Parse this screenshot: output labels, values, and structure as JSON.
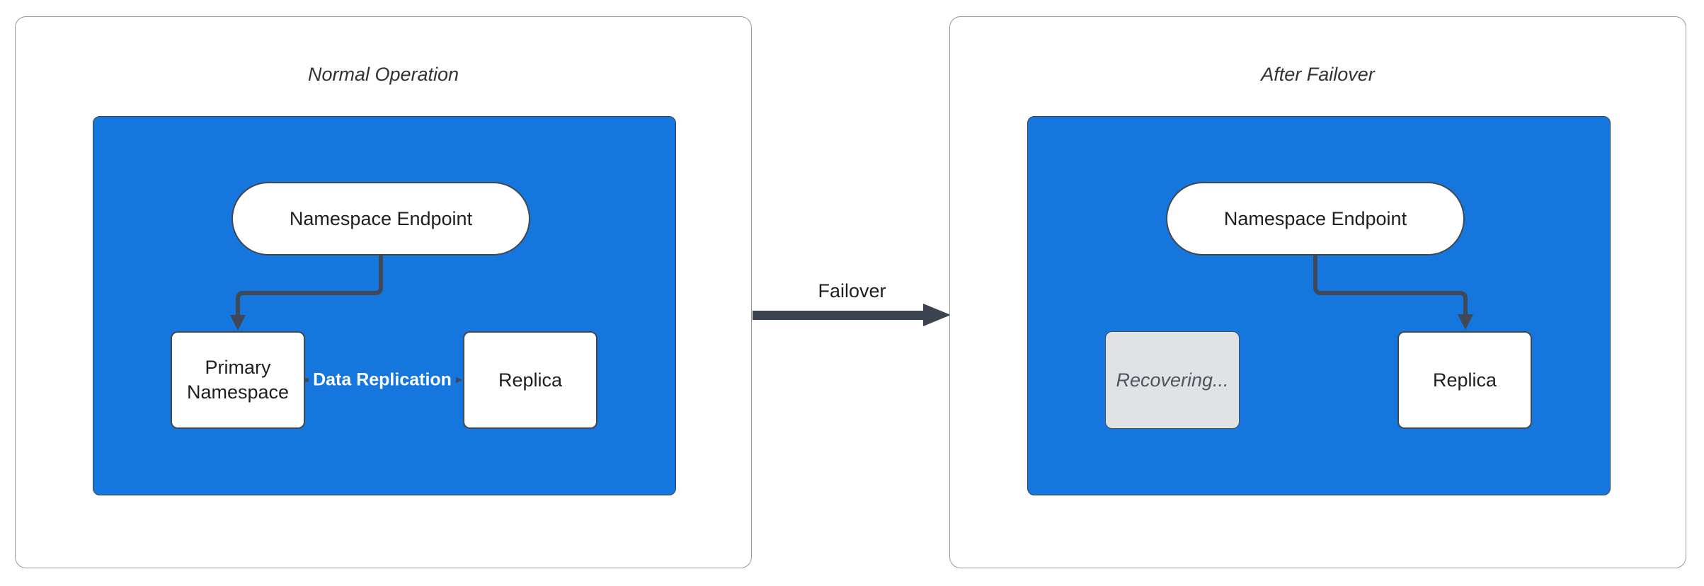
{
  "left_panel": {
    "title": "Normal Operation",
    "endpoint_label": "Namespace Endpoint",
    "primary_label": "Primary Namespace",
    "replication_label": "Data Replication",
    "replica_label": "Replica"
  },
  "right_panel": {
    "title": "After Failover",
    "endpoint_label": "Namespace Endpoint",
    "recovering_label": "Recovering...",
    "replica_label": "Replica"
  },
  "failover": {
    "label": "Failover"
  },
  "colors": {
    "canvas_bg": "#FFFFFF",
    "panel_border": "#999999",
    "container_blue": "#1577DE",
    "cluster_border": "#39424C",
    "node_fill": "#FFFFFF",
    "node_border": "#404750",
    "node_text": "#1F1F1F",
    "title_text": "#333333",
    "arrow": "#3F4854",
    "failover_arrow": "#3B434E",
    "edge_label_text": "#FFFFFF",
    "recovering_fill": "#E0E2E6",
    "recovering_border": "#4A4F55",
    "recovering_text": "#4E565E"
  }
}
